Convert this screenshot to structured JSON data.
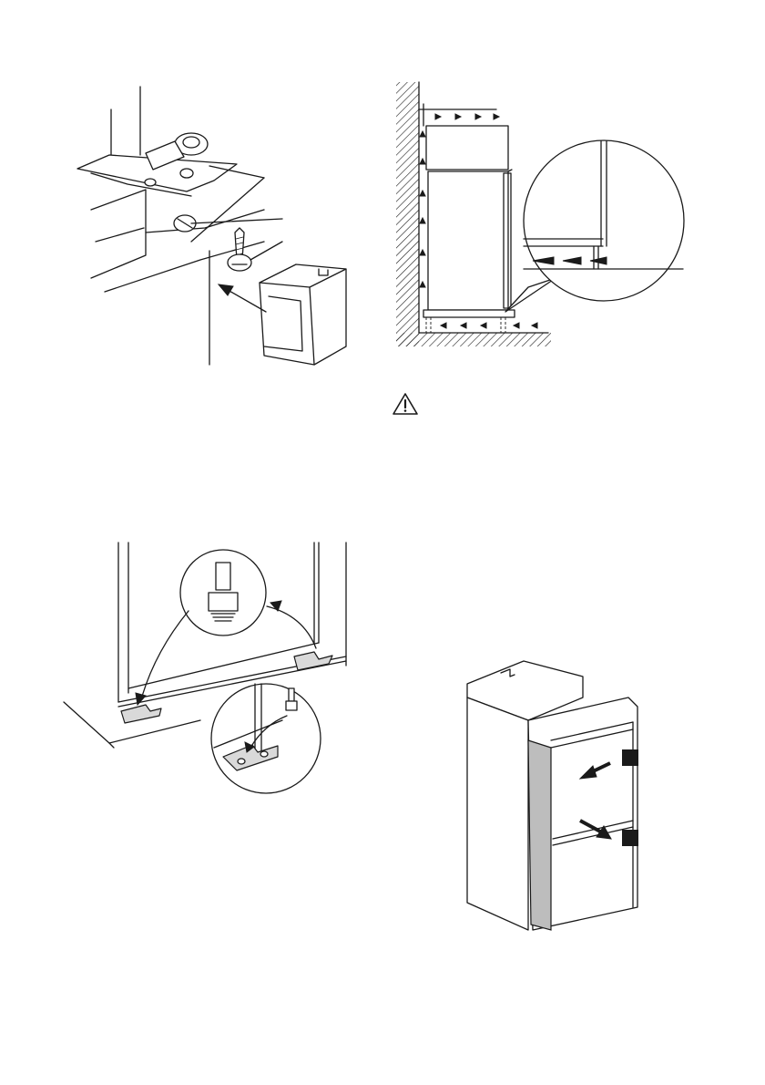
{
  "page": {
    "background": "#ffffff",
    "ink": "#1a1a1a",
    "panel_gray": "#bdbdbd"
  },
  "figures": [
    {
      "id": "hinge-cover",
      "icon": "hinge-cover-installation-illustration"
    },
    {
      "id": "ventilation",
      "icon": "ventilation-airflow-diagram"
    },
    {
      "id": "warning",
      "icon": "warning-triangle-icon"
    },
    {
      "id": "bottom-brackets",
      "icon": "bottom-bracket-fixing-illustration"
    },
    {
      "id": "door-alignment",
      "icon": "door-alignment-illustration"
    }
  ]
}
